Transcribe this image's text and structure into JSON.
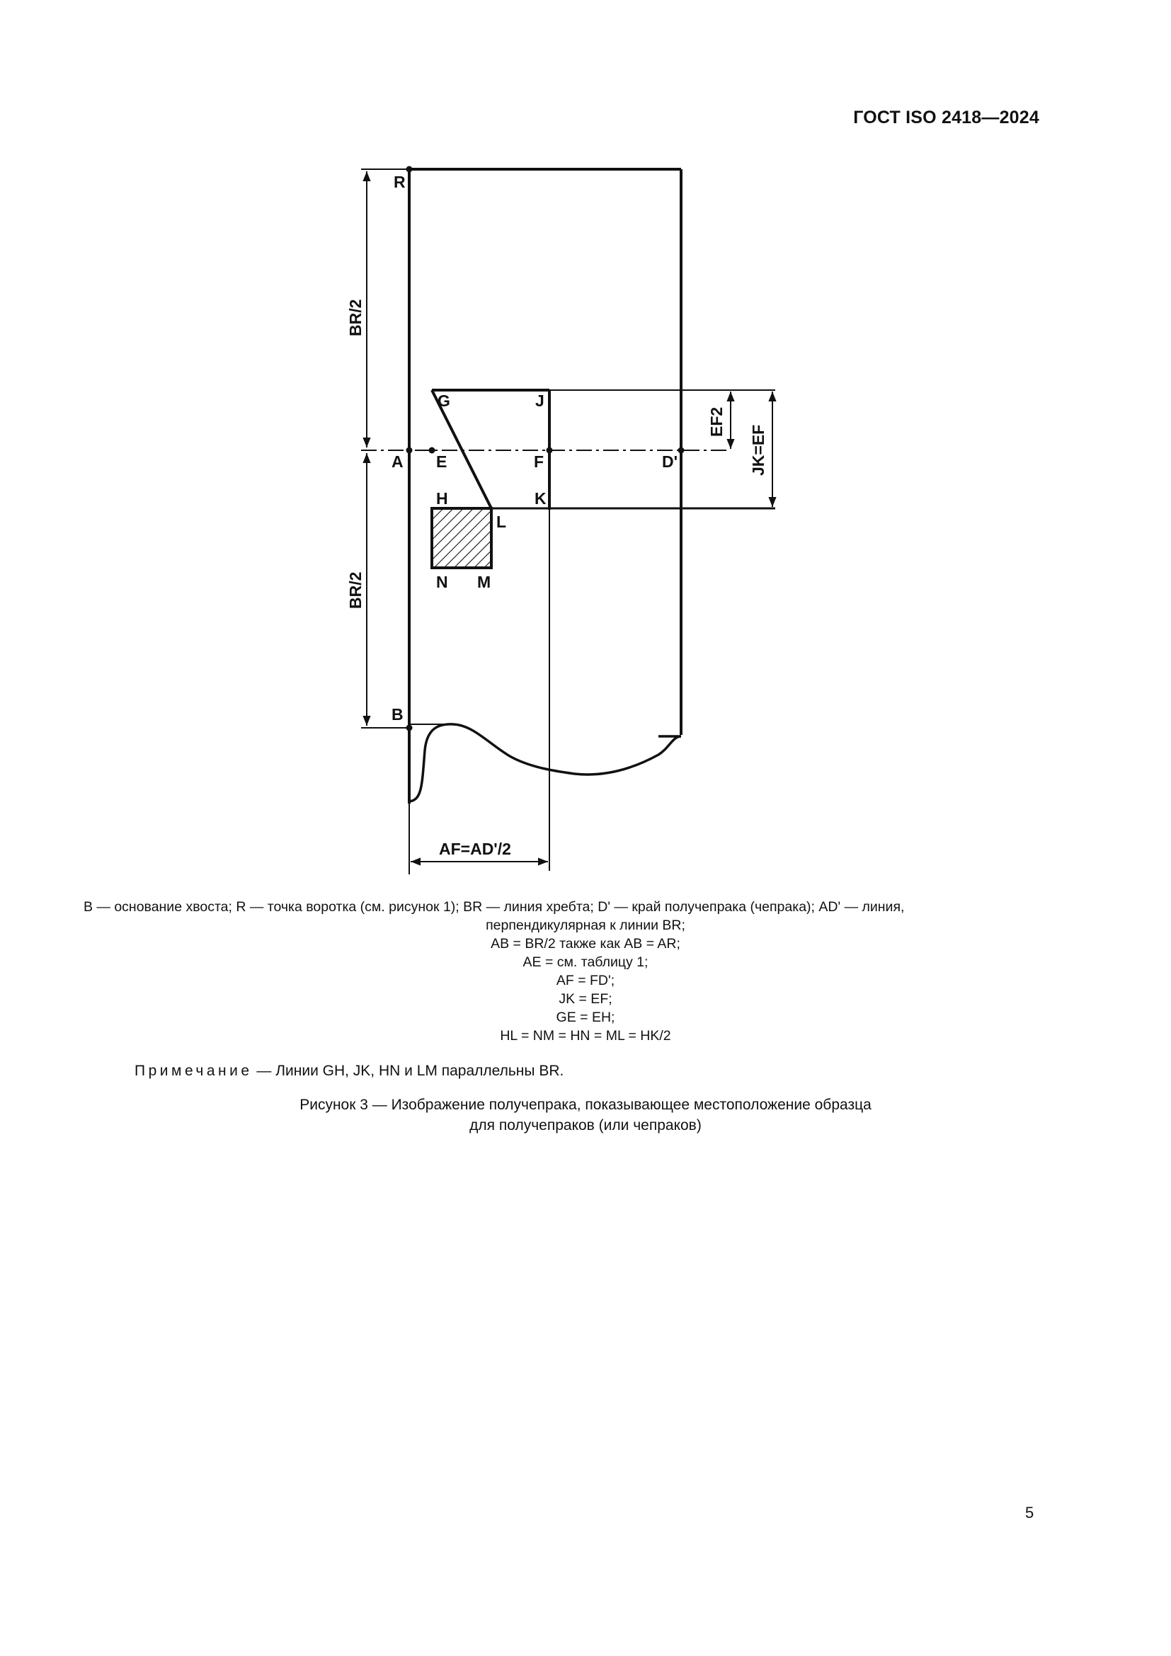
{
  "header": {
    "standard_code": "ГОСТ ISO 2418—2024"
  },
  "figure": {
    "points": {
      "R": "R",
      "A": "A",
      "E": "E",
      "F": "F",
      "D_prime": "D'",
      "G": "G",
      "J": "J",
      "H": "H",
      "K": "K",
      "L": "L",
      "N": "N",
      "M": "M",
      "B": "B"
    },
    "dimensions": {
      "upper_half": "BR/2",
      "lower_half": "BR/2",
      "ef2": "EF2",
      "jk_ef": "JK=EF",
      "af_ad": "AF=AD'/2"
    },
    "sample_area": "hatched square HLMN"
  },
  "legend": {
    "lines": [
      "B — основание хвоста; R — точка воротка (см. рисунок 1); BR — линия хребта; D' — край получепрака (чепрака); AD' — линия,",
      "перпендикулярная к линии BR;",
      "AB = BR/2 также как AB = AR;",
      "AE = см. таблицу 1;",
      "AF = FD';",
      "JK = EF;",
      "GE = EH;",
      "HL = NM = HN = ML = HK/2"
    ]
  },
  "note": {
    "label": "Примечание",
    "text": " — Линии GH, JK, HN и LM параллельны BR."
  },
  "caption": {
    "line1": "Рисунок 3 — Изображение получепрака, показывающее местоположение образца",
    "line2": "для получепраков (или чепраков)"
  },
  "page_number": "5"
}
